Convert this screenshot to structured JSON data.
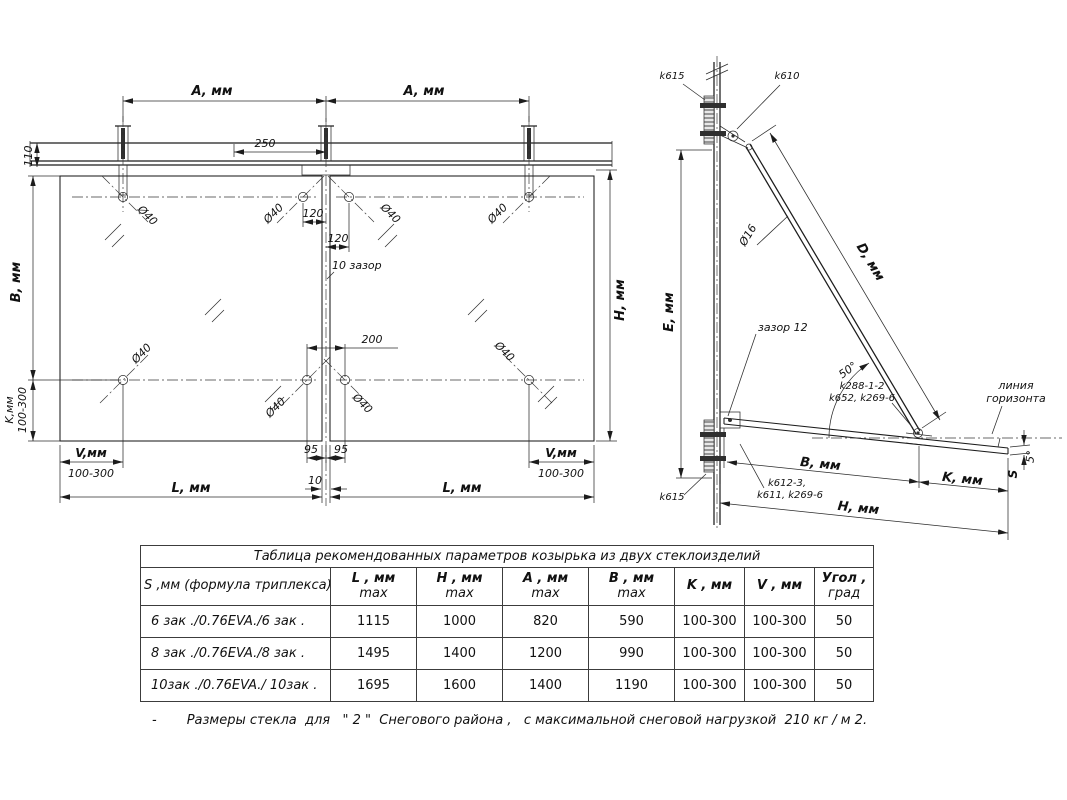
{
  "front_view": {
    "a_label": "A, мм",
    "dim_110": "110",
    "dim_250": "250",
    "dim_120": "120",
    "gap_label": "10 зазор",
    "dim_200": "200",
    "b_label": "B, мм",
    "h_label": "H, мм",
    "k_label": "K,мм",
    "k_range": "100-300",
    "v_label": "V,мм",
    "v_range": "100-300",
    "dim_95": "95",
    "dim_10": "10",
    "l_label": "L, мм",
    "hole_label": "Ø40"
  },
  "side_view": {
    "k615": "k615",
    "k610": "k610",
    "dia16": "Ø16",
    "d_label": "D, мм",
    "e_label": "E, мм",
    "gap12": "зазор 12",
    "angle_main": "50°",
    "part_top_1": "k288-1-2",
    "part_top_2": "k652, k269-6",
    "horizon_line_1": "линия",
    "horizon_line_2": "горизонта",
    "b_label": "B, мм",
    "k_label": "K, мм",
    "s_label": "S",
    "angle_small": "5°",
    "part_bottom_1": "k612-3,",
    "part_bottom_2": "k611, k269-6",
    "h_label": "H, мм"
  },
  "table": {
    "title": "Таблица рекомендованных параметров  козырька из двух стеклоизделий",
    "headers": [
      {
        "t": "S ,мм (формула триплекса)",
        "s": ""
      },
      {
        "t": "L , мм",
        "s": "max"
      },
      {
        "t": "H , мм",
        "s": "max"
      },
      {
        "t": "A , мм",
        "s": "max"
      },
      {
        "t": "B , мм",
        "s": "max"
      },
      {
        "t": "K , мм",
        "s": ""
      },
      {
        "t": "V , мм",
        "s": ""
      },
      {
        "t": "Угол ,",
        "s": "град"
      }
    ],
    "rows": [
      [
        "6 зак ./0.76EVA./6 зак .",
        "1115",
        "1000",
        "820",
        "590",
        "100-300",
        "100-300",
        "50"
      ],
      [
        "8 зак ./0.76EVA./8 зак .",
        "1495",
        "1400",
        "1200",
        "990",
        "100-300",
        "100-300",
        "50"
      ],
      [
        "10зак ./0.76EVA./ 10зак .",
        "1695",
        "1600",
        "1400",
        "1190",
        "100-300",
        "100-300",
        "50"
      ]
    ]
  },
  "note": {
    "dash": "-",
    "text": "Размеры стекла  для   \" 2 \"  Снегового района ,   с максимальной снеговой нагрузкой  210 кг / м 2."
  }
}
